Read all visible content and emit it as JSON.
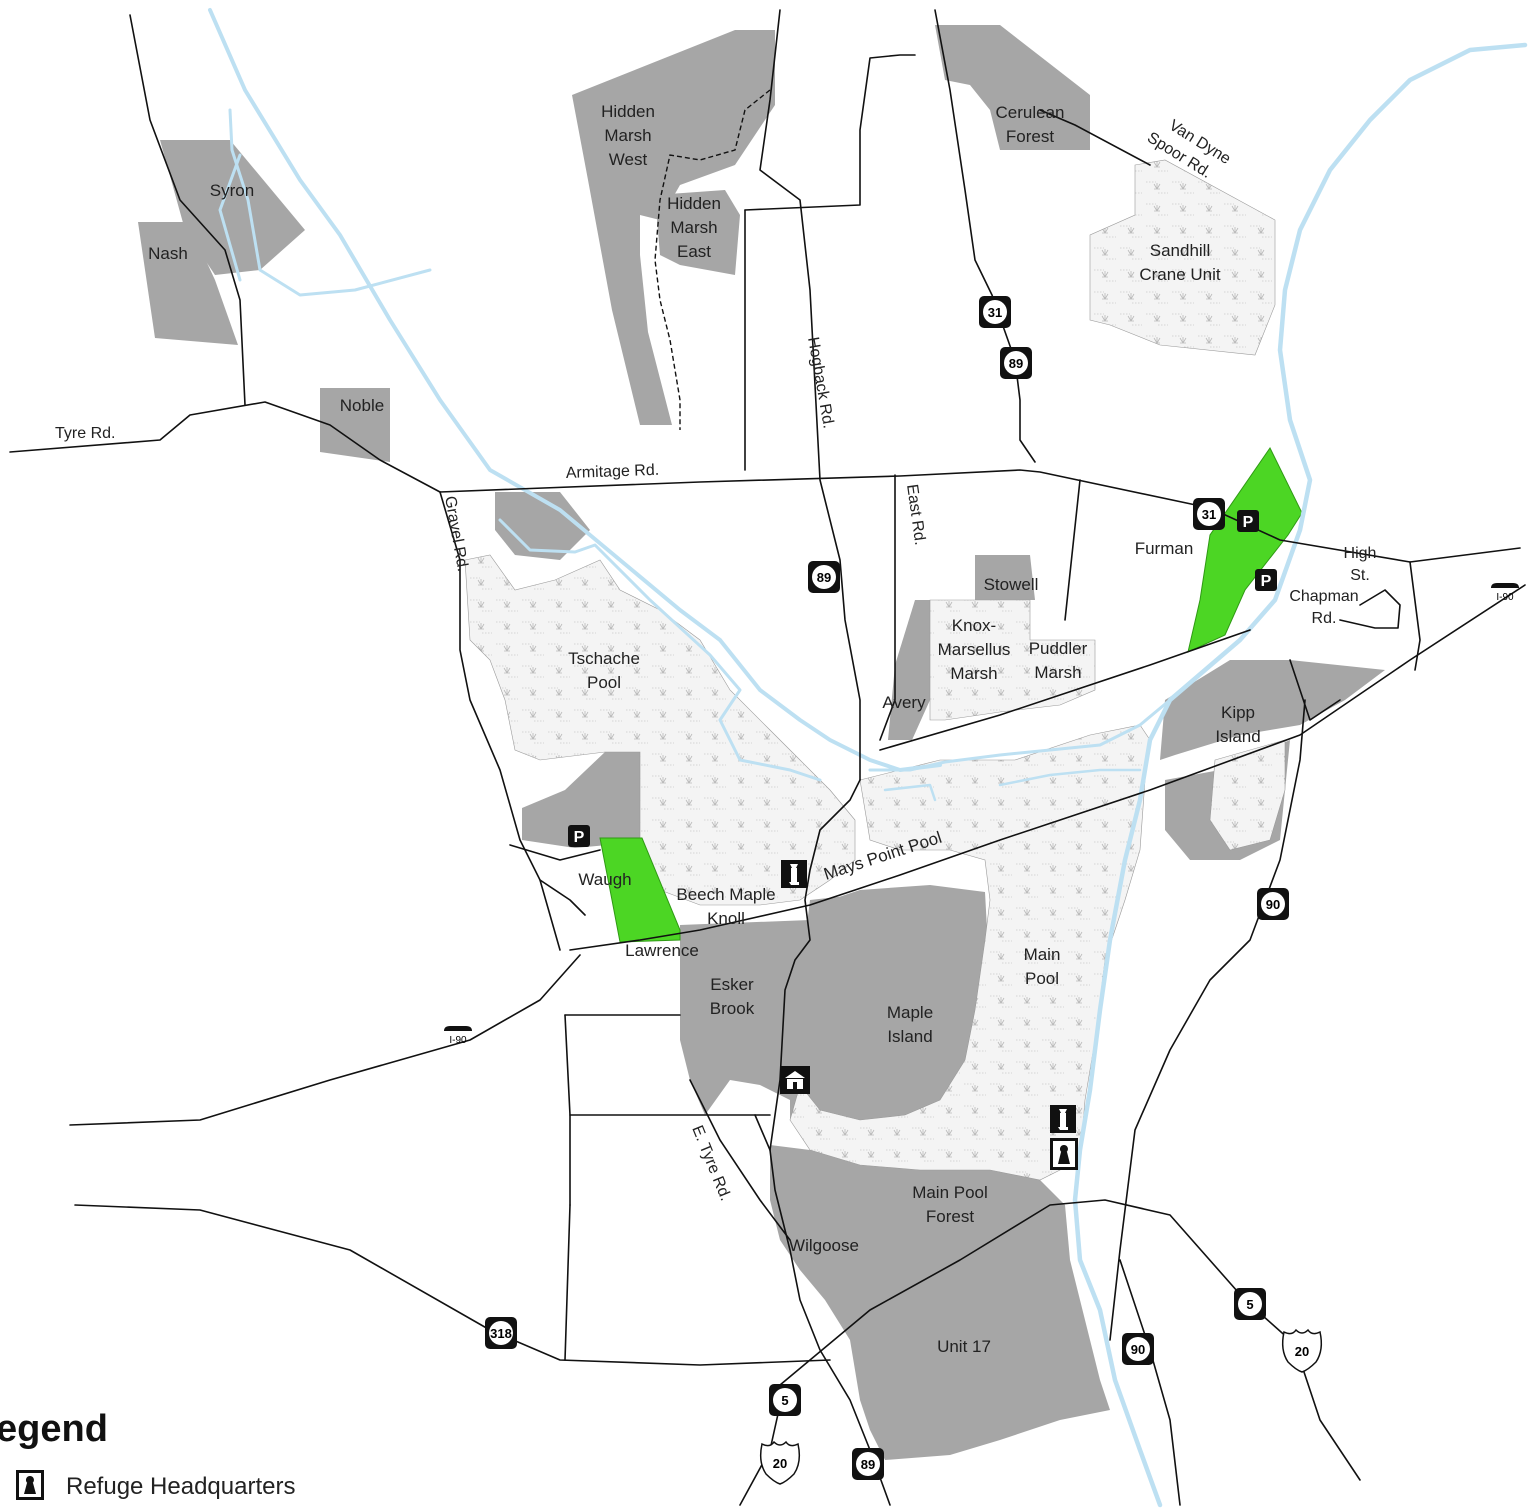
{
  "colors": {
    "refuge_land": "#a6a6a6",
    "wetland": "#f2f2f2",
    "water": "#bde0f2",
    "road": "#111111",
    "hunting_area": "#4cd624",
    "background": "#ffffff"
  },
  "units": [
    {
      "id": "syron",
      "label": "Syron"
    },
    {
      "id": "nash",
      "label": "Nash"
    },
    {
      "id": "noble",
      "label": "Noble"
    },
    {
      "id": "hidden-marsh-west",
      "label": "Hidden\nMarsh\nWest"
    },
    {
      "id": "hidden-marsh-east",
      "label": "Hidden\nMarsh\nEast"
    },
    {
      "id": "cerulean-forest",
      "label": "Cerulean\nForest"
    },
    {
      "id": "sandhill-crane-unit",
      "label": "Sandhill\nCrane Unit"
    },
    {
      "id": "tschache-pool",
      "label": "Tschache\nPool"
    },
    {
      "id": "stowell",
      "label": "Stowell"
    },
    {
      "id": "knox-marsellus-marsh",
      "label": "Knox-\nMarsellus\nMarsh"
    },
    {
      "id": "puddler-marsh",
      "label": "Puddler\nMarsh"
    },
    {
      "id": "avery",
      "label": "Avery"
    },
    {
      "id": "furman",
      "label": "Furman"
    },
    {
      "id": "kipp-island",
      "label": "Kipp\nIsland"
    },
    {
      "id": "mays-point-pool",
      "label": "Mays Point Pool"
    },
    {
      "id": "waugh",
      "label": "Waugh"
    },
    {
      "id": "beech-maple-knoll",
      "label": "Beech Maple\nKnoll"
    },
    {
      "id": "lawrence",
      "label": "Lawrence"
    },
    {
      "id": "esker-brook",
      "label": "Esker\nBrook"
    },
    {
      "id": "maple-island",
      "label": "Maple\nIsland"
    },
    {
      "id": "main-pool",
      "label": "Main\nPool"
    },
    {
      "id": "main-pool-forest",
      "label": "Main Pool\nForest"
    },
    {
      "id": "wilgoose",
      "label": "Wilgoose"
    },
    {
      "id": "unit-17",
      "label": "Unit 17"
    }
  ],
  "roads": [
    {
      "id": "tyre-rd",
      "label": "Tyre Rd."
    },
    {
      "id": "armitage-rd",
      "label": "Armitage Rd."
    },
    {
      "id": "gravel-rd",
      "label": "Gravel Rd."
    },
    {
      "id": "hogback-rd",
      "label": "Hogback Rd."
    },
    {
      "id": "east-rd",
      "label": "East Rd."
    },
    {
      "id": "van-dyne-spoor-rd",
      "label": "Van Dyne\nSpoor Rd."
    },
    {
      "id": "high-st",
      "label": "High\nSt."
    },
    {
      "id": "chapman-rd",
      "label": "Chapman\nRd."
    },
    {
      "id": "e-tyre-rd",
      "label": "E. Tyre Rd."
    }
  ],
  "shields": [
    {
      "id": "nys-31-north",
      "number": "31"
    },
    {
      "id": "nys-89-north",
      "number": "89"
    },
    {
      "id": "nys-31-mid",
      "number": "31"
    },
    {
      "id": "nys-89-mid",
      "number": "89"
    },
    {
      "id": "nys-90-east",
      "number": "90"
    },
    {
      "id": "nys-318",
      "number": "318"
    },
    {
      "id": "nys-90-south",
      "number": "90"
    },
    {
      "id": "nys-5-east",
      "number": "5"
    },
    {
      "id": "nys-5-south",
      "number": "5"
    },
    {
      "id": "nys-89-south",
      "number": "89"
    }
  ],
  "us_shields": [
    {
      "id": "us-20-east",
      "number": "20"
    },
    {
      "id": "us-20-south",
      "number": "20"
    }
  ],
  "interstates": [
    {
      "id": "i90-west",
      "label": "I-90"
    },
    {
      "id": "i90-east",
      "label": "I-90"
    }
  ],
  "parking_icon_letter": "P",
  "legend": {
    "title": "egend",
    "items": [
      {
        "icon": "refuge-headquarters-icon",
        "label": "Refuge Headquarters"
      }
    ]
  }
}
